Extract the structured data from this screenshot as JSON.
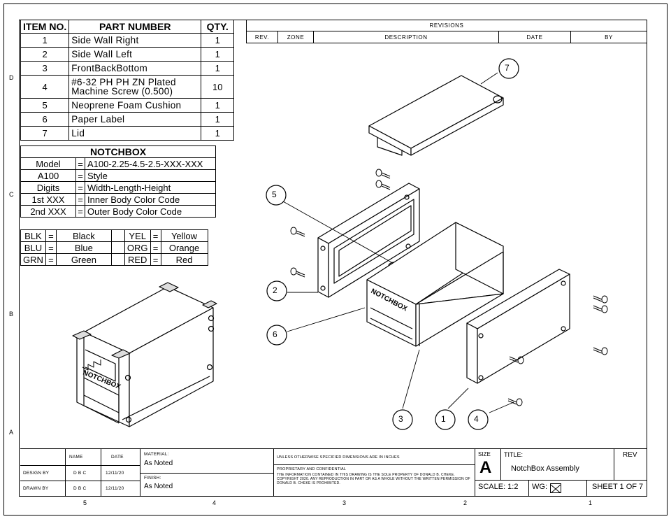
{
  "bom": {
    "headers": [
      "ITEM NO.",
      "PART NUMBER",
      "QTY."
    ],
    "rows": [
      {
        "item": "1",
        "part": "Side Wall Right",
        "qty": "1"
      },
      {
        "item": "2",
        "part": "Side Wall Left",
        "qty": "1"
      },
      {
        "item": "3",
        "part": "FrontBackBottom",
        "qty": "1"
      },
      {
        "item": "4",
        "part": "#6-32 PH PH ZN Plated Machine Screw (0.500)",
        "qty": "10"
      },
      {
        "item": "5",
        "part": "Neoprene Foam Cushion",
        "qty": "1"
      },
      {
        "item": "6",
        "part": "Paper Label",
        "qty": "1"
      },
      {
        "item": "7",
        "part": "Lid",
        "qty": "1"
      }
    ]
  },
  "revisions": {
    "title": "REVISIONS",
    "headers": [
      "REV.",
      "ZONE",
      "DESCRIPTION",
      "DATE",
      "BY"
    ]
  },
  "notchbox": {
    "title": "NOTCHBOX",
    "rows": [
      {
        "key": "Model",
        "eq": "=",
        "val": "A100-2.25-4.5-2.5-XXX-XXX"
      },
      {
        "key": "A100",
        "eq": "=",
        "val": "Style"
      },
      {
        "key": "Digits",
        "eq": "=",
        "val": "Width-Length-Height"
      },
      {
        "key": "1st XXX",
        "eq": "=",
        "val": "Inner Body Color Code"
      },
      {
        "key": "2nd XXX",
        "eq": "=",
        "val": "Outer Body Color Code"
      }
    ]
  },
  "colors": {
    "rows": [
      [
        "BLK",
        "=",
        "Black",
        "YEL",
        "=",
        "Yellow"
      ],
      [
        "BLU",
        "=",
        "Blue",
        "ORG",
        "=",
        "Orange"
      ],
      [
        "GRN",
        "=",
        "Green",
        "RED",
        "=",
        "Red"
      ]
    ]
  },
  "zones": {
    "left": [
      "D",
      "C",
      "B",
      "A"
    ],
    "bottom": [
      "5",
      "4",
      "3",
      "2",
      "1"
    ]
  },
  "balloons": [
    "7",
    "5",
    "2",
    "6",
    "3",
    "1",
    "4"
  ],
  "title_block": {
    "name_hdr": "NAME",
    "date_hdr": "DATE",
    "design_by_label": "DESIGN BY",
    "drawn_by_label": "DRAWN BY",
    "design_by_name": "D B C",
    "drawn_by_name": "D B C",
    "design_date": "12/11/20",
    "drawn_date": "12/11/20",
    "material_label": "MATERIAL:",
    "material_value": "As Noted",
    "finish_label": "FINISH:",
    "finish_value": "As Noted",
    "dims_note": "UNLESS OTHERWISE SPECIFIED DIMENSIONS ARE IN INCHES",
    "proprietary_title": "PROPRIETARY AND CONFIDENTIAL",
    "proprietary_text": "THE INFORMATION CONTAINED IN THIS DRAWING IS THE SOLE PROPERTY OF DONALD B. CHEKE. COPYRIGHT 2020. ANY REPRODUCTION IN PART OR AS A WHOLE WITHOUT THE WRITTEN PERMISSION OF DONALD B. CHEKE IS PROHIBITED.",
    "size_label": "SIZE",
    "size_value": "A",
    "title_label": "TITLE:",
    "title_value": "NotchBox Assembly",
    "rev_label": "REV",
    "scale": "SCALE: 1:2",
    "wg_label": "WG:",
    "sheet": "SHEET 1 OF 7"
  }
}
